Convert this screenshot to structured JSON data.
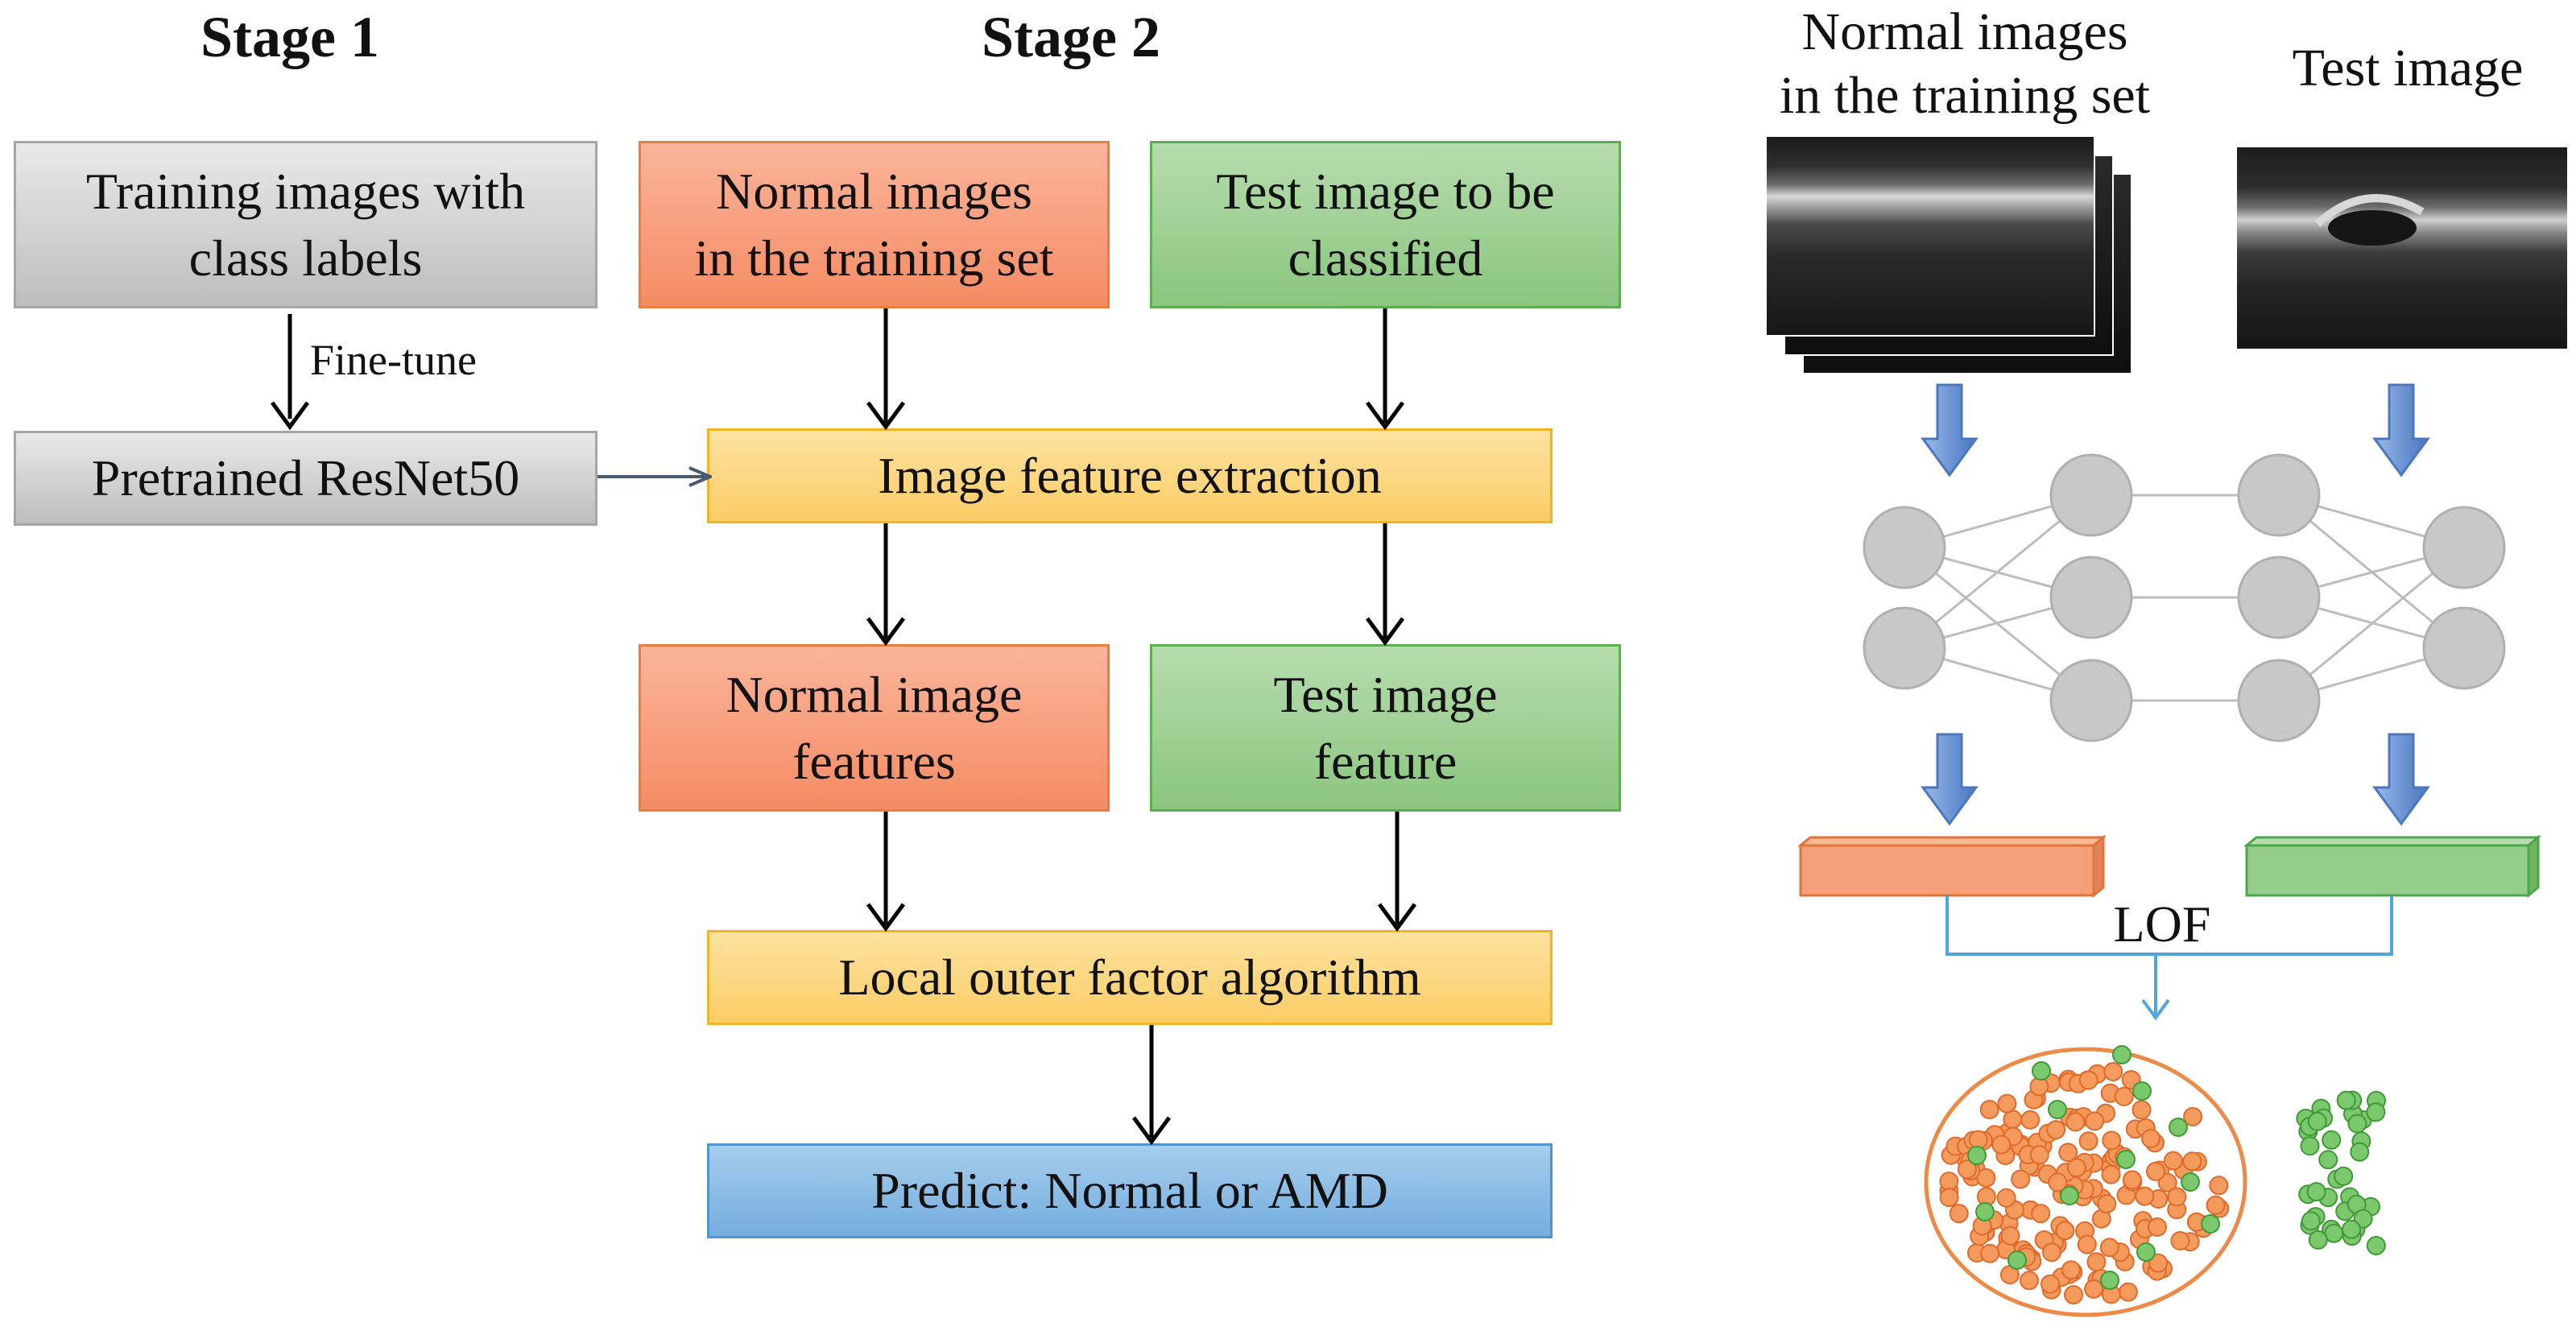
{
  "stage1": {
    "heading": "Stage 1",
    "training_box": "Training images with\nclass labels",
    "finetune_label": "Fine-tune",
    "resnet_box": "Pretrained ResNet50"
  },
  "stage2": {
    "heading": "Stage 2",
    "normal_images_box": "Normal images\nin the training set",
    "test_image_box": "Test image to be\nclassified",
    "feature_extraction_box": "Image feature extraction",
    "normal_features_box": "Normal image\nfeatures",
    "test_feature_box": "Test image\nfeature",
    "lof_algorithm_box": "Local outer factor algorithm",
    "predict_box": "Predict: Normal or AMD"
  },
  "illustration": {
    "normal_images_caption": "Normal images\nin the training set",
    "test_image_caption": "Test image",
    "lof_label": "LOF"
  },
  "colors": {
    "orange": "#f48c64",
    "green": "#8bc57f",
    "yellow": "#fccd66",
    "blue": "#74addf",
    "gray": "#bdbdbd",
    "node": "#c8c8c8",
    "connector": "#4ea6dc",
    "orange_dot": "#f39a5c",
    "green_dot": "#7cc86c"
  }
}
